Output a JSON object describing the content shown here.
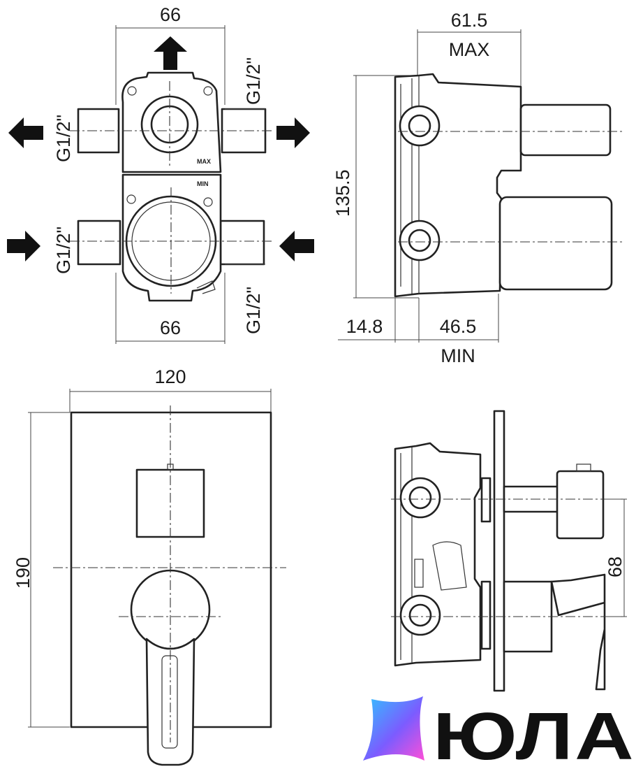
{
  "top_left_view": {
    "dim_top": "66",
    "dim_bottom": "66",
    "thread_top_right": "G1/2\"",
    "thread_left_upper": "G1/2\"",
    "thread_left_lower": "G1/2\"",
    "thread_bottom_right": "G1/2\"",
    "label_max": "MAX",
    "label_min": "MIN"
  },
  "top_right_view": {
    "dim_depth_max": "61.5",
    "label_max": "MAX",
    "dim_height": "135.5",
    "dim_wall": "14.8",
    "dim_depth_min": "46.5",
    "label_min": "MIN"
  },
  "front_view": {
    "dim_width": "120",
    "dim_height": "190"
  },
  "side_view": {
    "dim_spacing": "68"
  },
  "brand": {
    "name": "ЮЛА",
    "colors": {
      "gradient_start": "#2ec5ff",
      "gradient_mid": "#7b5cff",
      "gradient_end": "#ff4fd8"
    }
  }
}
